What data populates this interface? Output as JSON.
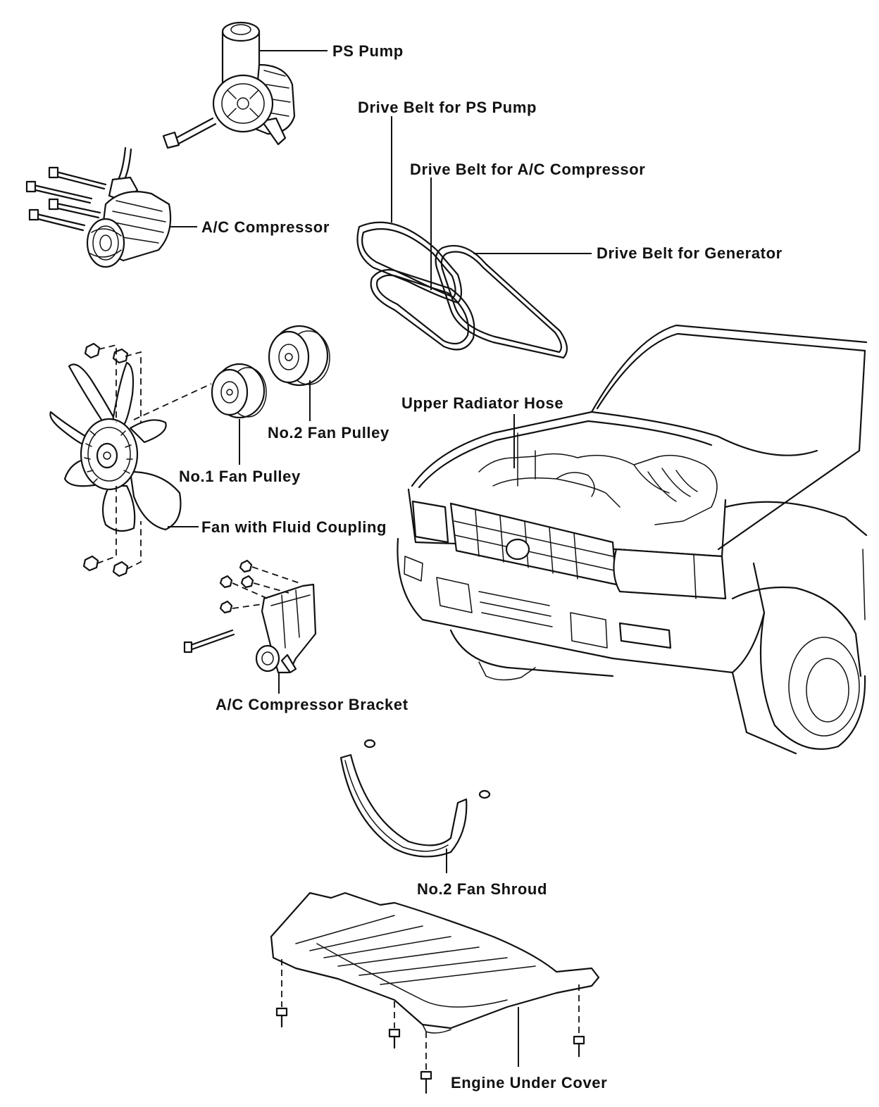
{
  "labels": {
    "ps_pump": "PS Pump",
    "drive_belt_ps_pump": "Drive Belt for PS Pump",
    "drive_belt_ac_compressor": "Drive Belt for A/C Compressor",
    "ac_compressor": "A/C Compressor",
    "drive_belt_generator": "Drive Belt for Generator",
    "upper_radiator_hose": "Upper Radiator Hose",
    "no2_fan_pulley": "No.2 Fan Pulley",
    "no1_fan_pulley": "No.1 Fan Pulley",
    "fan_with_fluid_coupling": "Fan with Fluid Coupling",
    "ac_compressor_bracket": "A/C Compressor Bracket",
    "no2_fan_shroud": "No.2 Fan Shroud",
    "engine_under_cover": "Engine Under Cover"
  }
}
